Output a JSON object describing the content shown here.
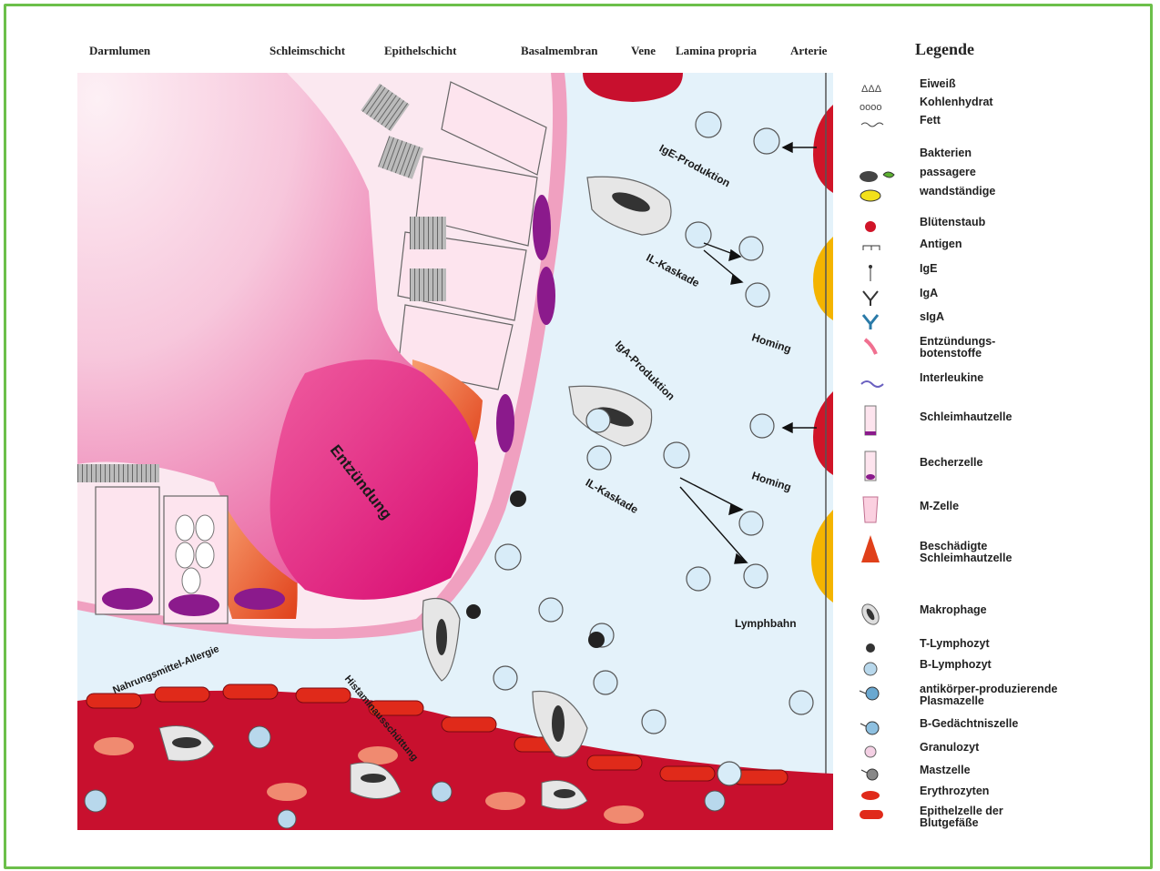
{
  "headers": {
    "darmlumen": "Darmlumen",
    "schleimschicht": "Schleimschicht",
    "epithelschicht": "Epithelschicht",
    "basalmembran": "Basalmembran",
    "vene": "Vene",
    "lamina_propria": "Lamina propria",
    "arterie": "Arterie"
  },
  "legend": {
    "title": "Legende",
    "items": [
      {
        "label": "Eiweiß",
        "icon": "protein-icon"
      },
      {
        "label": "Kohlenhydrat",
        "icon": "carbohydrate-icon"
      },
      {
        "label": "Fett",
        "icon": "fat-icon"
      },
      {
        "label": "Bakterien",
        "icon": "bacteria-icon"
      },
      {
        "label": "passagere",
        "icon": "transient-bacteria-icon"
      },
      {
        "label": "wandständige",
        "icon": "resident-bacteria-icon"
      },
      {
        "label": "Blütenstaub",
        "icon": "pollen-icon"
      },
      {
        "label": "Antigen",
        "icon": "antigen-icon"
      },
      {
        "label": "IgE",
        "icon": "ige-icon"
      },
      {
        "label": "IgA",
        "icon": "iga-icon"
      },
      {
        "label": "sIgA",
        "icon": "siga-icon"
      },
      {
        "label": "Entzündungs-\nbotenstoffe",
        "icon": "inflammation-mediator-icon"
      },
      {
        "label": "Interleukine",
        "icon": "interleukin-icon"
      },
      {
        "label": "Schleimhautzelle",
        "icon": "mucosa-cell-icon"
      },
      {
        "label": "Becherzelle",
        "icon": "goblet-cell-icon"
      },
      {
        "label": "M-Zelle",
        "icon": "m-cell-icon"
      },
      {
        "label": "Beschädigte\nSchleimhautzelle",
        "icon": "damaged-cell-icon"
      },
      {
        "label": "Makrophage",
        "icon": "macrophage-icon"
      },
      {
        "label": "T-Lymphozyt",
        "icon": "t-lymphocyte-icon"
      },
      {
        "label": "B-Lymphozyt",
        "icon": "b-lymphocyte-icon"
      },
      {
        "label": "antikörper-produzierende\nPlasmazelle",
        "icon": "plasma-cell-icon"
      },
      {
        "label": "B-Gedächtniszelle",
        "icon": "memory-b-cell-icon"
      },
      {
        "label": "Granulozyt",
        "icon": "granulocyte-icon"
      },
      {
        "label": "Mastzelle",
        "icon": "mast-cell-icon"
      },
      {
        "label": "Erythrozyten",
        "icon": "erythrocyte-icon"
      },
      {
        "label": "Epithelzelle der\nBlutgefäße",
        "icon": "vessel-epithelium-icon"
      }
    ]
  },
  "labels": {
    "ige_produktion": "IgE-Produktion",
    "il_kaskade_1": "IL-Kaskade",
    "homing_1": "Homing",
    "iga_produktion": "IgA-Produktion",
    "homing_2": "Homing",
    "il_kaskade_2": "IL-Kaskade",
    "entzuendung": "Entzündung",
    "lymphbahn": "Lymphbahn",
    "nahrungsmittel_allergie": "Nahrungsmittel-Allergie",
    "histaminausschuettung": "Histaminausschüttung"
  },
  "colors": {
    "frame": "#6cbf4a",
    "lumen_light": "#fbe3ee",
    "inflammation": "#e0106f",
    "basal_membrane": "#f0a0c0",
    "lamina": "#e4f2fa",
    "artery": "#d01428",
    "lymph": "#f4b400",
    "blood_vessel": "#c8102e",
    "vessel_epithelium": "#e02a1a",
    "goblet_nucleus": "#8b1a8c",
    "macrophage": "#e6e6e6",
    "dark_nucleus": "#333333"
  }
}
